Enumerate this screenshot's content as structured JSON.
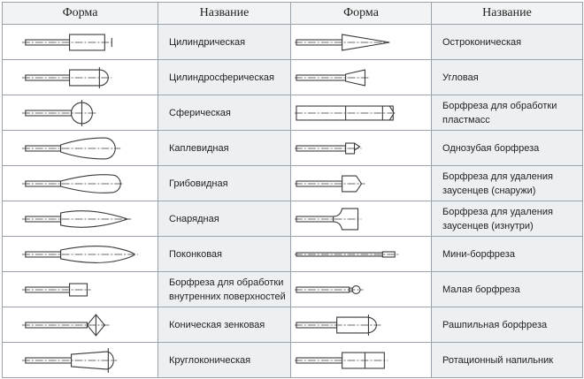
{
  "table": {
    "headers": [
      "Форма",
      "Название",
      "Форма",
      "Название"
    ],
    "rows": [
      {
        "left": {
          "icon": "cylindrical-burr-icon",
          "name": "Цилиндрическая"
        },
        "right": {
          "icon": "pointed-cone-burr-icon",
          "name": "Остроконическая"
        }
      },
      {
        "left": {
          "icon": "cylindrical-ball-nose-burr-icon",
          "name": "Цилиндросферическая"
        },
        "right": {
          "icon": "angle-burr-icon",
          "name": "Угловая"
        }
      },
      {
        "left": {
          "icon": "ball-burr-icon",
          "name": "Сферическая"
        },
        "right": {
          "icon": "plastics-burr-icon",
          "name": "Борфреза для обработки\nпластмасс"
        }
      },
      {
        "left": {
          "icon": "teardrop-burr-icon",
          "name": "Каплевидная"
        },
        "right": {
          "icon": "single-flute-burr-icon",
          "name": "Однозубая борфреза"
        }
      },
      {
        "left": {
          "icon": "mushroom-burr-icon",
          "name": "Грибовидная"
        },
        "right": {
          "icon": "outer-deburring-burr-icon",
          "name": "Борфреза для удаления\nзаусенцев (снаружи)"
        }
      },
      {
        "left": {
          "icon": "bullet-burr-icon",
          "name": "Снарядная"
        },
        "right": {
          "icon": "inner-deburring-burr-icon",
          "name": "Борфреза для удаления\nзаусенцев (изнутри)"
        }
      },
      {
        "left": {
          "icon": "flame-burr-icon",
          "name": "Поконковая"
        },
        "right": {
          "icon": "mini-burr-icon",
          "name": "Мини-борфреза"
        }
      },
      {
        "left": {
          "icon": "internal-surface-burr-icon",
          "name": "Борфреза для обработки\nвнутренних поверхностей"
        },
        "right": {
          "icon": "small-burr-icon",
          "name": "Малая борфреза"
        }
      },
      {
        "left": {
          "icon": "countersink-cone-burr-icon",
          "name": "Коническая зенковая"
        },
        "right": {
          "icon": "rasp-burr-icon",
          "name": "Рашпильная борфреза"
        }
      },
      {
        "left": {
          "icon": "round-nose-cone-burr-icon",
          "name": "Круглоконическая"
        },
        "right": {
          "icon": "rotary-file-icon",
          "name": "Ротационный напильник"
        }
      }
    ]
  }
}
